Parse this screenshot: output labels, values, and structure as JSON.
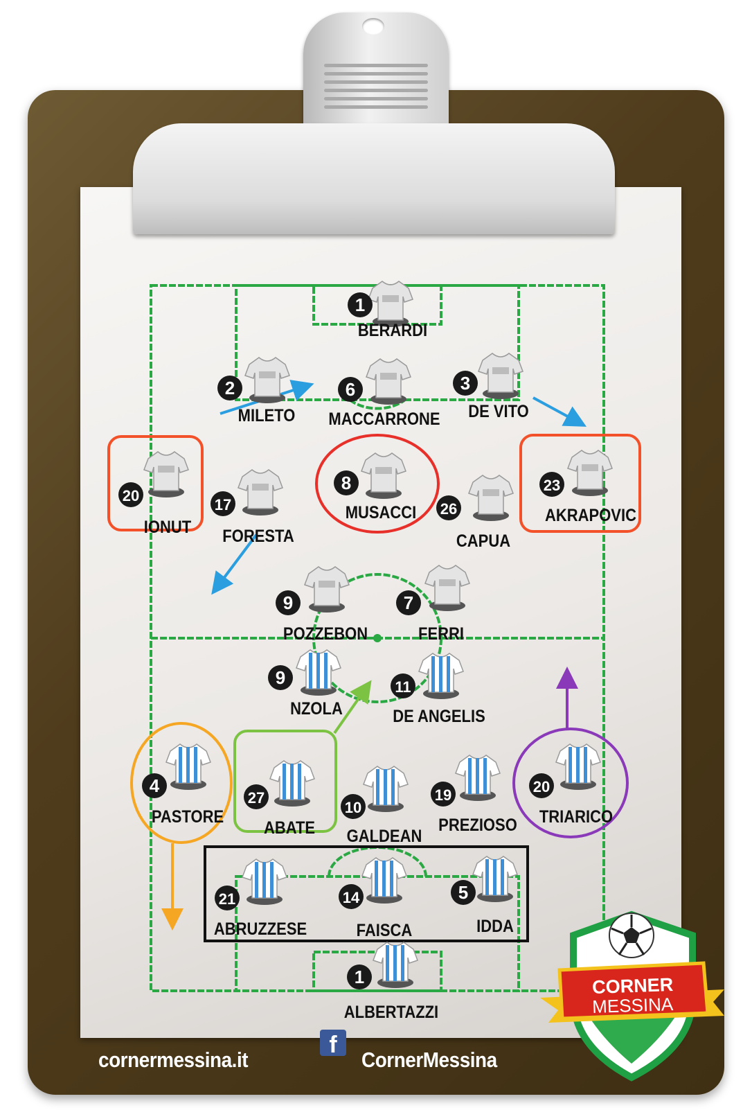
{
  "colors": {
    "pitch_line": "#2aa843",
    "home_kit": "#e4e4e4",
    "away_kit_stripe": "#3e8fd6",
    "badge_bg": "#1a1a1a"
  },
  "home_team": [
    {
      "number": "1",
      "name": "BERARDI"
    },
    {
      "number": "2",
      "name": "MILETO"
    },
    {
      "number": "6",
      "name": "MACCARRONE"
    },
    {
      "number": "3",
      "name": "DE VITO"
    },
    {
      "number": "20",
      "name": "IONUT"
    },
    {
      "number": "17",
      "name": "FORESTA"
    },
    {
      "number": "8",
      "name": "MUSACCI"
    },
    {
      "number": "26",
      "name": "CAPUA"
    },
    {
      "number": "23",
      "name": "AKRAPOVIC"
    },
    {
      "number": "9",
      "name": "POZZEBON"
    },
    {
      "number": "7",
      "name": "FERRI"
    }
  ],
  "away_team": [
    {
      "number": "9",
      "name": "NZOLA"
    },
    {
      "number": "11",
      "name": "DE ANGELIS"
    },
    {
      "number": "4",
      "name": "PASTORE"
    },
    {
      "number": "27",
      "name": "ABATE"
    },
    {
      "number": "10",
      "name": "GALDEAN"
    },
    {
      "number": "19",
      "name": "PREZIOSO"
    },
    {
      "number": "20",
      "name": "TRIARICO"
    },
    {
      "number": "21",
      "name": "ABRUZZESE"
    },
    {
      "number": "14",
      "name": "FAISCA"
    },
    {
      "number": "5",
      "name": "IDDA"
    },
    {
      "number": "1",
      "name": "ALBERTAZZI"
    }
  ],
  "footer": {
    "website": "cornermessina.it",
    "facebook_icon": "facebook-icon",
    "facebook_page": "CornerMessina"
  },
  "logo": {
    "line1": "CORNER",
    "line2": "MESSINA"
  }
}
